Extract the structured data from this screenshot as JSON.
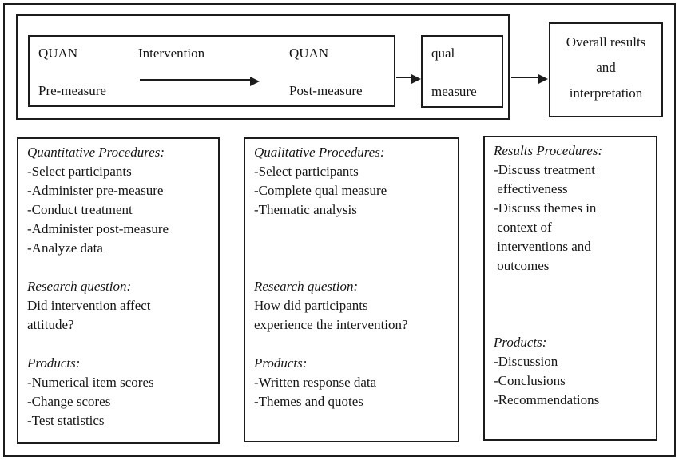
{
  "colors": {
    "border": "#1c1c1c",
    "text": "#161616",
    "background": "#ffffff"
  },
  "flowchart": {
    "quan_box": {
      "top_left": "QUAN",
      "bottom_left": "Pre-measure",
      "intervention_label": "Intervention",
      "top_right": "QUAN",
      "bottom_right": "Post-measure"
    },
    "qual_box": {
      "line1": "qual",
      "line2": "measure"
    },
    "overall_box": {
      "line1": "Overall results",
      "line2": "and",
      "line3": "interpretation"
    }
  },
  "procedure_boxes": [
    {
      "id": "quantitative-procedures",
      "lines": [
        {
          "kind": "heading",
          "text": "Quantitative Procedures:"
        },
        {
          "kind": "item",
          "text": "-Select participants"
        },
        {
          "kind": "item",
          "text": "-Administer pre-measure"
        },
        {
          "kind": "item",
          "text": "-Conduct treatment"
        },
        {
          "kind": "item",
          "text": "-Administer post-measure"
        },
        {
          "kind": "item",
          "text": "-Analyze data"
        },
        {
          "kind": "blank",
          "text": ""
        },
        {
          "kind": "heading",
          "text": "Research question:"
        },
        {
          "kind": "item",
          "text": "Did intervention affect"
        },
        {
          "kind": "item",
          "text": "attitude?"
        },
        {
          "kind": "blank",
          "text": ""
        },
        {
          "kind": "heading",
          "text": "Products:"
        },
        {
          "kind": "item",
          "text": "-Numerical item scores"
        },
        {
          "kind": "item",
          "text": "-Change scores"
        },
        {
          "kind": "item",
          "text": "-Test statistics"
        }
      ]
    },
    {
      "id": "qualitative-procedures",
      "lines": [
        {
          "kind": "heading",
          "text": "Qualitative Procedures:"
        },
        {
          "kind": "item",
          "text": "-Select participants"
        },
        {
          "kind": "item",
          "text": "-Complete qual measure"
        },
        {
          "kind": "item",
          "text": "-Thematic analysis"
        },
        {
          "kind": "blank",
          "text": ""
        },
        {
          "kind": "blank",
          "text": ""
        },
        {
          "kind": "blank",
          "text": ""
        },
        {
          "kind": "heading",
          "text": "Research question:"
        },
        {
          "kind": "item",
          "text": "How did participants"
        },
        {
          "kind": "item",
          "text": "experience the intervention?"
        },
        {
          "kind": "blank",
          "text": ""
        },
        {
          "kind": "heading",
          "text": "Products:"
        },
        {
          "kind": "item",
          "text": "-Written response data"
        },
        {
          "kind": "item",
          "text": "-Themes and quotes"
        }
      ]
    },
    {
      "id": "results-procedures",
      "lines": [
        {
          "kind": "heading",
          "text": "Results Procedures:"
        },
        {
          "kind": "item",
          "text": "-Discuss treatment"
        },
        {
          "kind": "item",
          "text": " effectiveness"
        },
        {
          "kind": "item",
          "text": "-Discuss themes in"
        },
        {
          "kind": "item",
          "text": " context of"
        },
        {
          "kind": "item",
          "text": " interventions and"
        },
        {
          "kind": "item",
          "text": " outcomes"
        },
        {
          "kind": "blank",
          "text": ""
        },
        {
          "kind": "blank",
          "text": ""
        },
        {
          "kind": "blank",
          "text": ""
        },
        {
          "kind": "heading",
          "text": "Products:"
        },
        {
          "kind": "item",
          "text": "-Discussion"
        },
        {
          "kind": "item",
          "text": "-Conclusions"
        },
        {
          "kind": "item",
          "text": "-Recommendations"
        }
      ]
    }
  ]
}
